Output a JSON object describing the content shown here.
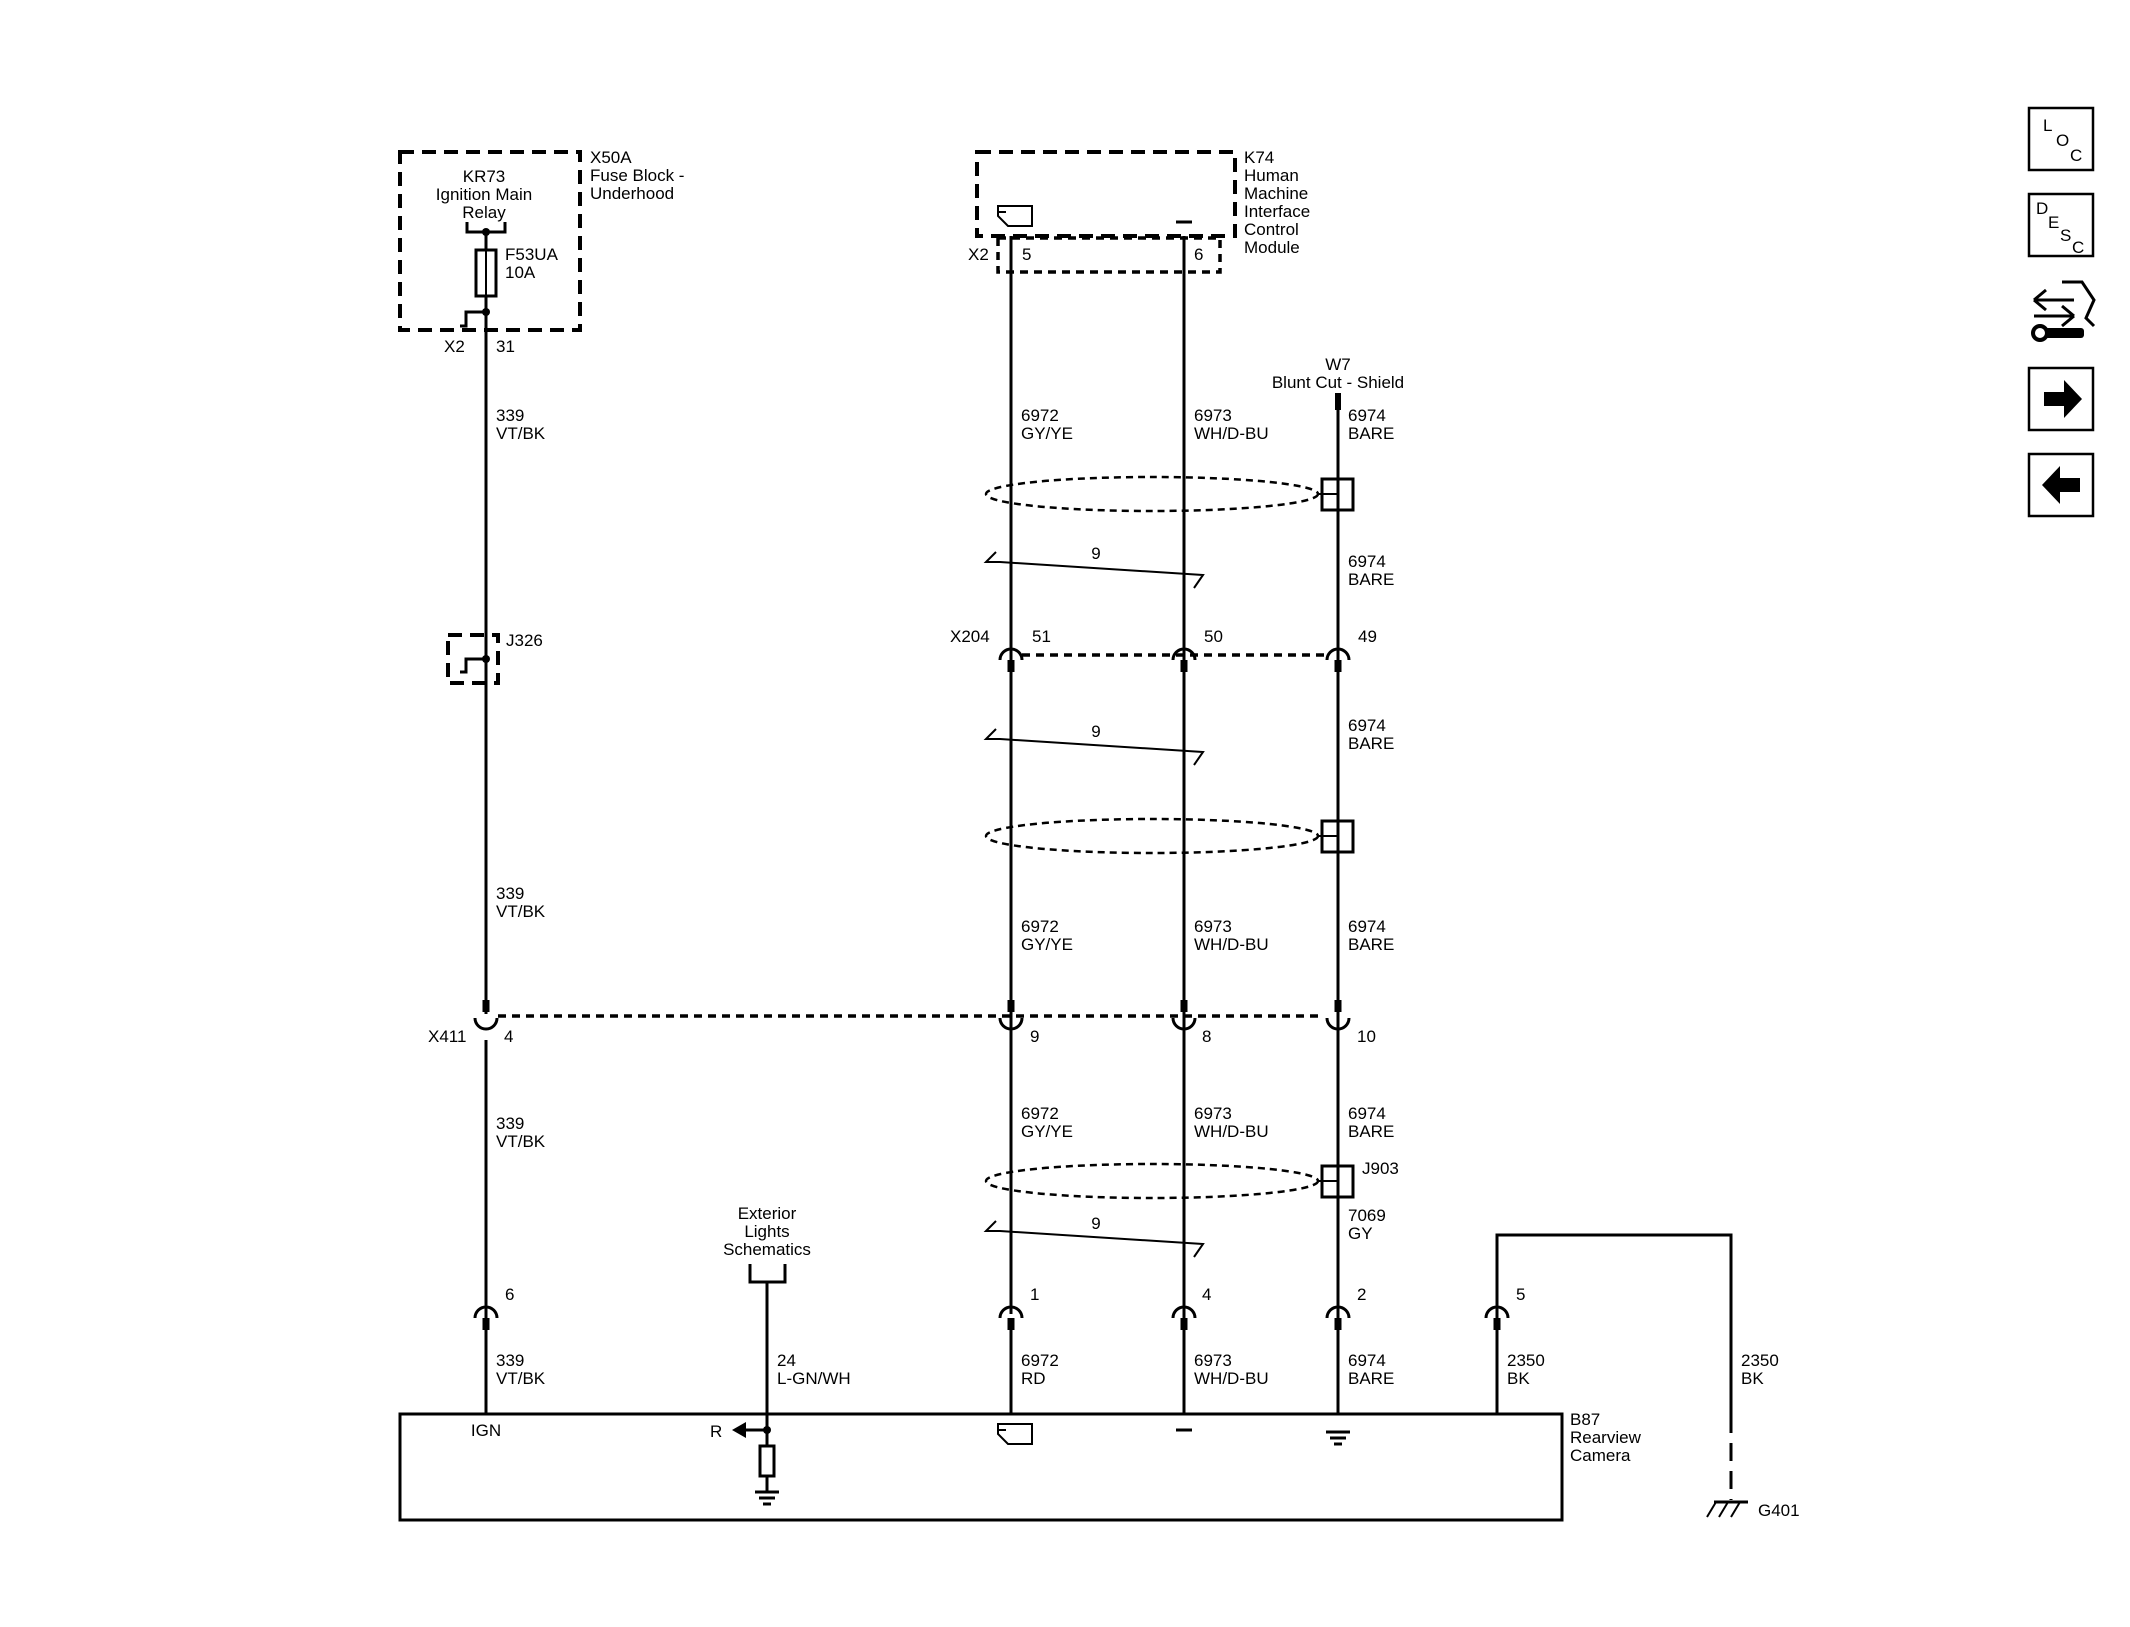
{
  "components": {
    "x50a": {
      "label1": "X50A",
      "label2": "Fuse Block -",
      "label3": "Underhood"
    },
    "kr73": {
      "l1": "KR73",
      "l2": "Ignition Main",
      "l3": "Relay"
    },
    "f53ua": {
      "l1": "F53UA",
      "l2": "10A"
    },
    "k74": {
      "l1": "K74",
      "l2": "Human",
      "l3": "Machine",
      "l4": "Interface",
      "l5": "Control",
      "l6": "Module"
    },
    "w7": {
      "l1": "W7",
      "l2": "Blunt Cut - Shield"
    },
    "j326": "J326",
    "j903": "J903",
    "exterior": {
      "l1": "Exterior",
      "l2": "Lights",
      "l3": "Schematics"
    },
    "b87": {
      "l1": "B87",
      "l2": "Rearview",
      "l3": "Camera"
    },
    "g401": "G401",
    "ign": "IGN",
    "r": "R"
  },
  "connectors": {
    "x2_left": "X2",
    "x2_left_pin": "31",
    "x2_right": "X2",
    "x2_right_pin5": "5",
    "x2_right_pin6": "6",
    "x204": "X204",
    "x204_p51": "51",
    "x204_p50": "50",
    "x204_p49": "49",
    "x411": "X411",
    "x411_p4": "4",
    "x411_p9": "9",
    "x411_p8": "8",
    "x411_p10": "10",
    "b87_p6": "6",
    "b87_p1": "1",
    "b87_p4": "4",
    "b87_p2": "2",
    "b87_p5": "5"
  },
  "twist": "9",
  "wires": {
    "w339": {
      "num": "339",
      "color": "VT/BK"
    },
    "w6972": {
      "num": "6972",
      "color": "GY/YE"
    },
    "w6972rd": {
      "num": "6972",
      "color": "RD"
    },
    "w6973": {
      "num": "6973",
      "color": "WH/D-BU"
    },
    "w6974": {
      "num": "6974",
      "color": "BARE"
    },
    "w7069": {
      "num": "7069",
      "color": "GY"
    },
    "w24": {
      "num": "24",
      "color": "L-GN/WH"
    },
    "w2350": {
      "num": "2350",
      "color": "BK"
    }
  },
  "nav": {
    "loc": {
      "a": "L",
      "b": "O",
      "c": "C"
    },
    "desc": {
      "a": "D",
      "b": "E",
      "c": "S",
      "d": "C"
    }
  }
}
